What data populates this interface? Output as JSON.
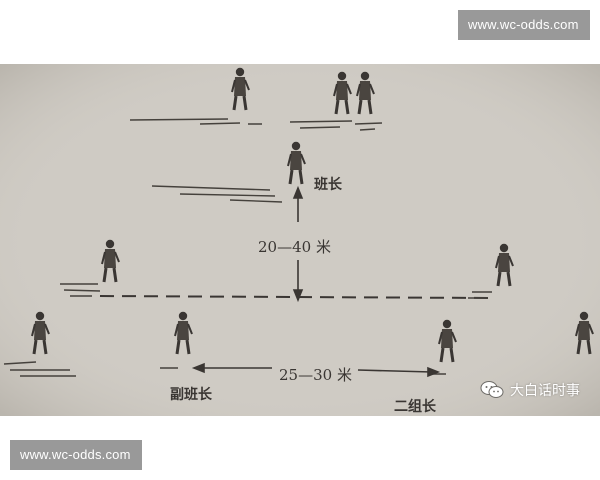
{
  "watermark": {
    "top_text": "www.wc-odds.com",
    "bottom_text": "www.wc-odds.com",
    "color": "#999999"
  },
  "diagram": {
    "squad_leader_label": "班长",
    "front_distance_label": "20—40 米",
    "side_distance_label": "25—30 米",
    "deputy_leader_label": "副班长",
    "group2_leader_label": "二组长",
    "paper_color": "#cfcbc4",
    "ink_color": "#3a3633"
  },
  "wechat": {
    "icon": "wechat-icon",
    "account_name": "大白话时事"
  }
}
